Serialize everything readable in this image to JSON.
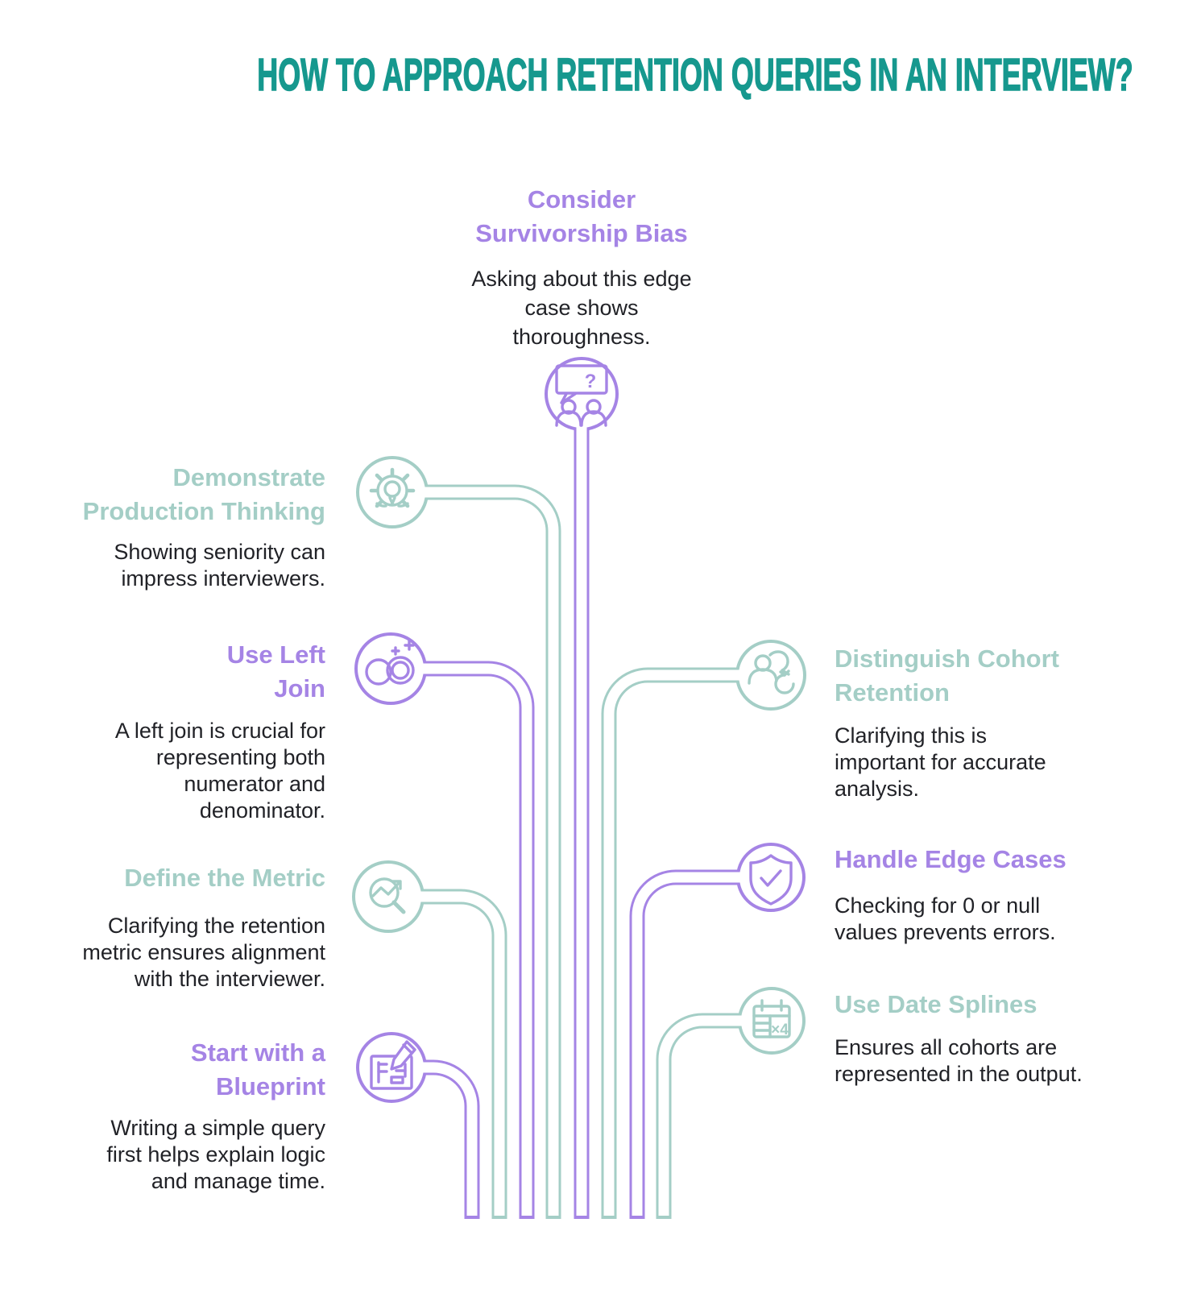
{
  "title": {
    "text": "HOW TO APPROACH RETENTION QUERIES IN AN INTERVIEW?"
  },
  "colors": {
    "title_teal": "#16988e",
    "teal_accent": "#a4cec6",
    "purple_accent": "#a584e5",
    "body_text": "#212227",
    "background": "#ffffff"
  },
  "items": [
    {
      "id": "consider-survivorship-bias",
      "heading": "Consider\nSurvivorship Bias",
      "description": "Asking about this edge\ncase shows\nthoroughness.",
      "accent": "purple",
      "icon": "people-question-icon",
      "position": "top-center"
    },
    {
      "id": "demonstrate-production-thinking",
      "heading": "Demonstrate\nProduction Thinking",
      "description": "Showing seniority can\nimpress interviewers.",
      "accent": "teal",
      "icon": "gear-lightbulb-icon",
      "position": "left"
    },
    {
      "id": "use-left-join",
      "heading": "Use Left\nJoin",
      "description": "A left join is crucial for\nrepresenting both\nnumerator and\ndenominator.",
      "accent": "purple",
      "icon": "join-circles-icon",
      "position": "left"
    },
    {
      "id": "distinguish-cohort-retention",
      "heading": "Distinguish Cohort\nRetention",
      "description": "Clarifying this is\nimportant for accurate\nanalysis.",
      "accent": "teal",
      "icon": "cohort-refresh-icon",
      "position": "right"
    },
    {
      "id": "define-the-metric",
      "heading": "Define the Metric",
      "description": "Clarifying the retention\nmetric ensures alignment\nwith the interviewer.",
      "accent": "teal",
      "icon": "metric-magnifier-icon",
      "position": "left"
    },
    {
      "id": "handle-edge-cases",
      "heading": "Handle Edge Cases",
      "description": "Checking for 0 or null\nvalues prevents errors.",
      "accent": "purple",
      "icon": "shield-check-icon",
      "position": "right"
    },
    {
      "id": "use-date-splines",
      "heading": "Use Date Splines",
      "description": "Ensures all cohorts are\nrepresented in the output.",
      "accent": "teal",
      "icon": "calendar-x4-icon",
      "position": "right"
    },
    {
      "id": "start-with-a-blueprint",
      "heading": "Start with a\nBlueprint",
      "description": "Writing a simple query\nfirst helps explain logic\nand manage time.",
      "accent": "purple",
      "icon": "blueprint-pencil-icon",
      "position": "left"
    }
  ],
  "icon_glyphs": {
    "question_mark": "?",
    "date_multiplier": "×4"
  }
}
